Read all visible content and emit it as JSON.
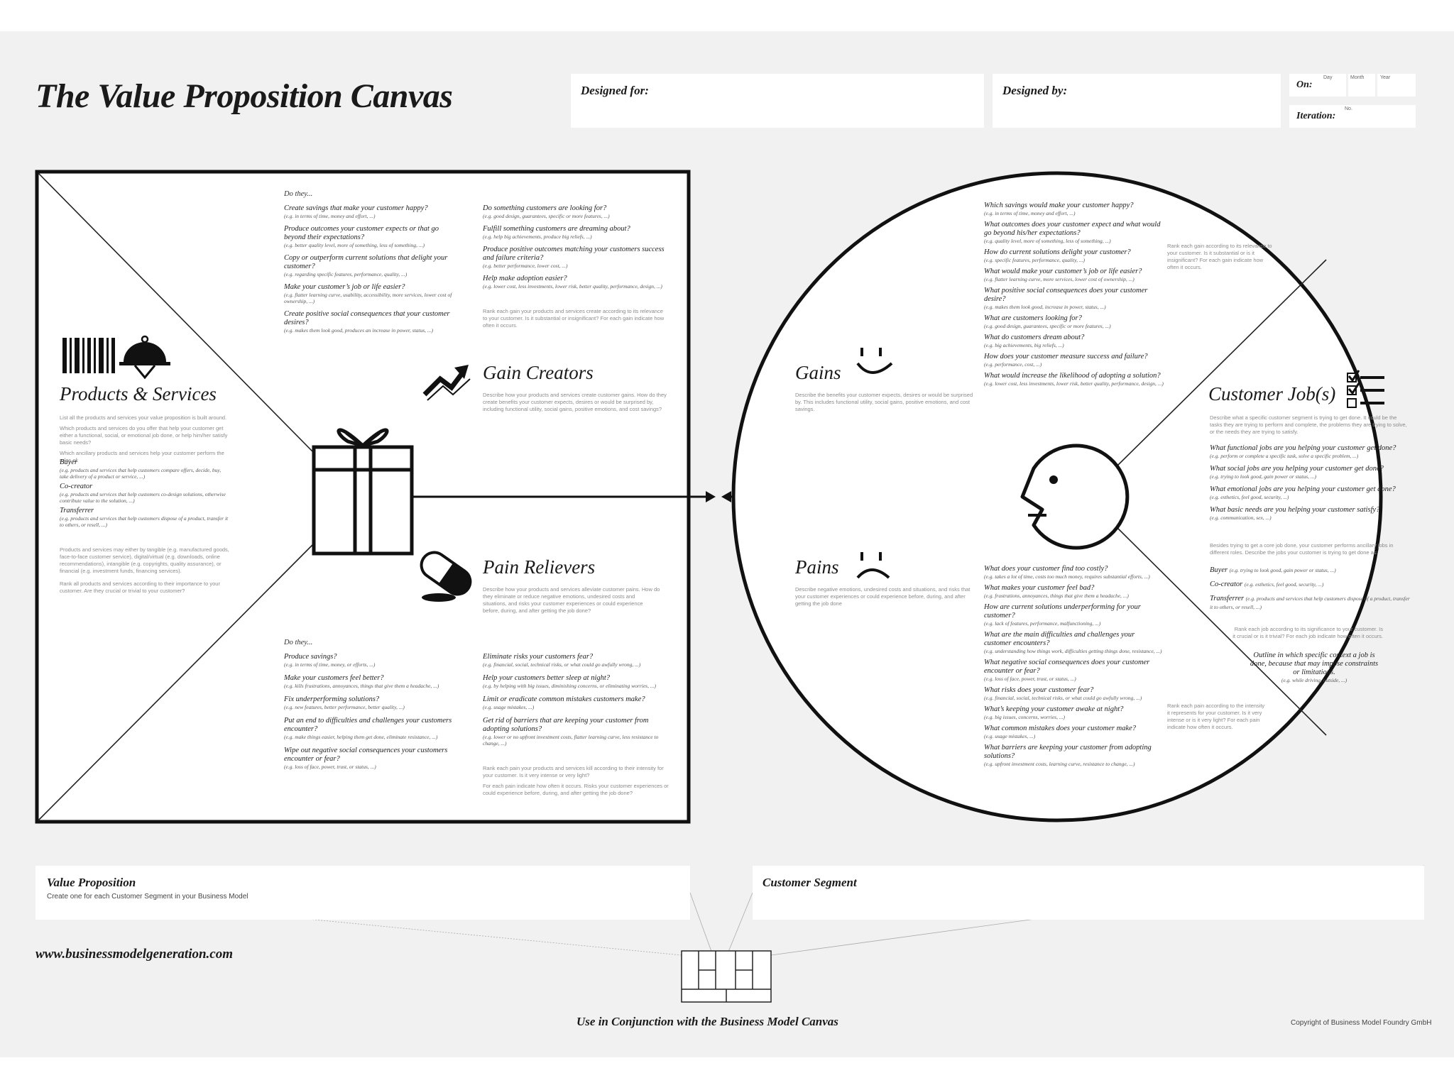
{
  "title": "The Value Proposition Canvas",
  "header": {
    "designed_for": "Designed for:",
    "designed_by": "Designed by:",
    "on": "On:",
    "day": "Day",
    "month": "Month",
    "year": "Year",
    "iteration": "Iteration:",
    "no": "No."
  },
  "products": {
    "title": "Products & Services",
    "desc1": "List all the products and services your value proposition is built around.",
    "desc2": "Which products and services do you offer that help your customer get either a functional, social, or emotional job done, or help him/her satisfy basic needs?",
    "desc3": "Which ancillary products and services help your customer perform the roles of:",
    "buyer": "Buyer",
    "buyer_eg": "(e.g. products and services that help customers compare offers, decide, buy, take delivery of a product or service, ...)",
    "cocreator": "Co-creator",
    "cocreator_eg": "(e.g. products and services that help customers co-design solutions, otherwise contribute value to the solution, ...)",
    "transferrer": "Transferrer",
    "transferrer_eg": "(e.g. products and services that help customers dispose of a product, transfer it to others, or resell, ...)",
    "desc4": "Products and services may either by tangible (e.g. manufactured goods, face-to-face customer service), digital/virtual (e.g. downloads, online recommendations), intangible (e.g. copyrights, quality assurance), or financial (e.g. investment funds, financing services).",
    "desc5": "Rank all products and services according to their importance to your customer. Are they crucial or trivial to your customer?"
  },
  "gain_creators": {
    "title": "Gain Creators",
    "desc": "Describe how your products and services create customer gains. How do they create benefits your customer expects, desires or would be surprised by, including functional utility, social gains, positive emotions, and cost savings?",
    "do_they": "Do they...",
    "left": [
      {
        "q": "Create savings that make your customer happy?",
        "eg": "(e.g. in terms of time, money and effort, ...)"
      },
      {
        "q": "Produce outcomes your customer expects or that go beyond their expectations?",
        "eg": "(e.g. better quality level, more of something, less of something, ...)"
      },
      {
        "q": "Copy or outperform current solutions that delight your customer?",
        "eg": "(e.g. regarding specific features, performance, quality, ...)"
      },
      {
        "q": "Make your customer’s job or life easier?",
        "eg": "(e.g. flatter learning curve, usability, accessibility, more services, lower cost of ownership, ...)"
      },
      {
        "q": "Create positive social consequences that your customer desires?",
        "eg": "(e.g. makes them look good, produces an increase in power, status, ...)"
      }
    ],
    "right": [
      {
        "q": "Do something customers are looking for?",
        "eg": "(e.g. good design, guarantees, specific or more features, ...)"
      },
      {
        "q": "Fulfill something customers are dreaming about?",
        "eg": "(e.g. help big achievements, produce big reliefs, ...)"
      },
      {
        "q": "Produce positive outcomes matching your customers success and failure criteria?",
        "eg": "(e.g. better performance, lower cost, ...)"
      },
      {
        "q": "Help make adoption easier?",
        "eg": "(e.g. lower cost, less investments, lower risk, better quality, performance, design, ...)"
      }
    ],
    "rank": "Rank each gain your products and services create according to its relevance to your customer. Is it substantial or insignificant? For each gain indicate how often it occurs."
  },
  "pain_relievers": {
    "title": "Pain Relievers",
    "desc": "Describe how your products and services alleviate customer pains. How do they eliminate or reduce negative emotions, undesired costs and situations, and risks your customer experiences or could experience before, during, and after getting the job done?",
    "do_they": "Do they...",
    "left": [
      {
        "q": "Produce savings?",
        "eg": "(e.g. in terms of time, money, or efforts, ...)"
      },
      {
        "q": "Make your customers feel better?",
        "eg": "(e.g. kills frustrations, annoyances, things that give them a headache, ...)"
      },
      {
        "q": "Fix underperforming solutions?",
        "eg": "(e.g. new features, better performance, better quality, ...)"
      },
      {
        "q": "Put an end to difficulties and challenges your customers encounter?",
        "eg": "(e.g. make things easier, helping them get done, eliminate resistance, ...)"
      },
      {
        "q": "Wipe out negative social consequences your customers encounter or fear?",
        "eg": "(e.g. loss of face, power, trust, or status, ...)"
      }
    ],
    "right": [
      {
        "q": "Eliminate risks your customers fear?",
        "eg": "(e.g. financial, social, technical risks, or what could go awfully wrong, ...)"
      },
      {
        "q": "Help your customers better sleep at night?",
        "eg": "(e.g. by helping with big issues, diminishing concerns, or eliminating worries, ...)"
      },
      {
        "q": "Limit or eradicate common mistakes customers make?",
        "eg": "(e.g. usage mistakes, ...)"
      },
      {
        "q": "Get rid of barriers that are keeping your customer from adopting solutions?",
        "eg": "(e.g. lower or no upfront investment costs, flatter learning curve, less resistance to change, ...)"
      }
    ],
    "rank1": "Rank each pain your products and services kill according to their intensity for your customer. Is it very intense or very light?",
    "rank2": "For each pain indicate how often it occurs. Risks your customer experiences or could experience before, during, and after getting the job done?"
  },
  "gains": {
    "title": "Gains",
    "desc": "Describe the benefits your customer expects, desires or would be surprised by. This includes functional utility, social gains, positive emotions, and cost savings.",
    "questions": [
      {
        "q": "Which savings would make your customer happy?",
        "eg": "(e.g. in terms of time, money and effort, ...)"
      },
      {
        "q": "What outcomes does your customer expect and what would go beyond his/her expectations?",
        "eg": "(e.g. quality level, more of something, less of something, ...)"
      },
      {
        "q": "How do current solutions delight your customer?",
        "eg": "(e.g. specific features, performance, quality, ...)"
      },
      {
        "q": "What would make your customer’s job or life easier?",
        "eg": "(e.g. flatter learning curve, more services, lower cost of ownership, ...)"
      },
      {
        "q": "What positive social consequences does your customer desire?",
        "eg": "(e.g. makes them look good, increase in power, status, ...)"
      },
      {
        "q": "What are customers looking for?",
        "eg": "(e.g. good design, guarantees, specific or more features, ...)"
      },
      {
        "q": "What do customers dream about?",
        "eg": "(e.g. big achievements, big reliefs, ...)"
      },
      {
        "q": "How does your customer measure success and failure?",
        "eg": "(e.g. performance, cost, ...)"
      },
      {
        "q": "What would increase the likelihood of adopting a solution?",
        "eg": "(e.g. lower cost, less investments, lower risk, better quality, performance, design, ...)"
      }
    ],
    "rank": "Rank each gain according to its relevance to your customer. Is it substantial or is it insignificant? For each gain indicate how often it occurs."
  },
  "pains": {
    "title": "Pains",
    "desc": "Describe negative emotions, undesired costs and situations, and risks that your customer experiences or could experience before, during, and after getting the job done",
    "questions": [
      {
        "q": "What does your customer find too costly?",
        "eg": "(e.g. takes a lot of time, costs too much money, requires substantial efforts, ...)"
      },
      {
        "q": "What makes your customer feel bad?",
        "eg": "(e.g. frustrations, annoyances, things that give them a headache, ...)"
      },
      {
        "q": "How are current solutions underperforming for your customer?",
        "eg": "(e.g. lack of features, performance, malfunctioning, ...)"
      },
      {
        "q": "What are the main difficulties and challenges your customer encounters?",
        "eg": "(e.g. understanding how things work, difficulties getting things done, resistance, ...)"
      },
      {
        "q": "What negative social consequences does your customer encounter or fear?",
        "eg": "(e.g. loss of face, power, trust, or status, ...)"
      },
      {
        "q": "What risks does your customer fear?",
        "eg": "(e.g. financial, social, technical risks, or what could go awfully wrong, ...)"
      },
      {
        "q": "What’s keeping your customer awake at night?",
        "eg": "(e.g. big issues, concerns, worries, ...)"
      },
      {
        "q": "What common mistakes does your customer make?",
        "eg": "(e.g. usage mistakes, ...)"
      },
      {
        "q": "What barriers are keeping your customer from adopting solutions?",
        "eg": "(e.g. upfront investment costs, learning curve, resistance to change, ...)"
      }
    ],
    "rank": "Rank each pain according to the intensity it represents for your customer. Is it very intense or is it very light? For each pain indicate how often it occurs."
  },
  "jobs": {
    "title": "Customer Job(s)",
    "desc": "Describe what a specific customer segment is trying to get done. It could be the tasks they are trying to perform and complete, the problems they are trying to solve, or the needs they are trying to satisfy.",
    "questions": [
      {
        "q": "What functional jobs are you helping your customer get done?",
        "eg": "(e.g. perform or complete a specific task, solve a specific problem, ...)"
      },
      {
        "q": "What social jobs are you helping your customer get done?",
        "eg": "(e.g. trying to look good, gain power or status, ...)"
      },
      {
        "q": "What emotional jobs are you helping your customer get done?",
        "eg": "(e.g. esthetics, feel good, security, ...)"
      },
      {
        "q": "What basic needs are you helping your customer satisfy?",
        "eg": "(e.g. communication, sex, ...)"
      }
    ],
    "besides": "Besides trying to get a core job done, your customer performs ancillary jobs in different roles. Describe the jobs your customer is trying to get done as:",
    "buyer": "Buyer",
    "buyer_eg": "(e.g. trying to look good, gain power or status, ...)",
    "cocreator": "Co-creator",
    "cocreator_eg": "(e.g. esthetics, feel good, security, ...)",
    "transferrer": "Transferrer",
    "transferrer_eg": "(e.g. products and services that help customers dispose of a product, transfer it to others, or resell, ...)",
    "rank": "Rank each job according to its significance to your customer. Is it crucial or is it trivial? For each job indicate how often it occurs.",
    "outline": "Outline in which specific context a job is done, because that may impose constraints or limitations.",
    "outline_eg": "(e.g. while driving, outside, ...)"
  },
  "bottom": {
    "vp_label": "Value Proposition",
    "vp_sub": "Create one for each Customer Segment in your Business Model",
    "cs_label": "Customer Segment",
    "url": "www.businessmodelgeneration.com",
    "conjunction": "Use in Conjunction with the Business Model Canvas",
    "copyright": "Copyright of Business Model Foundry GmbH"
  }
}
